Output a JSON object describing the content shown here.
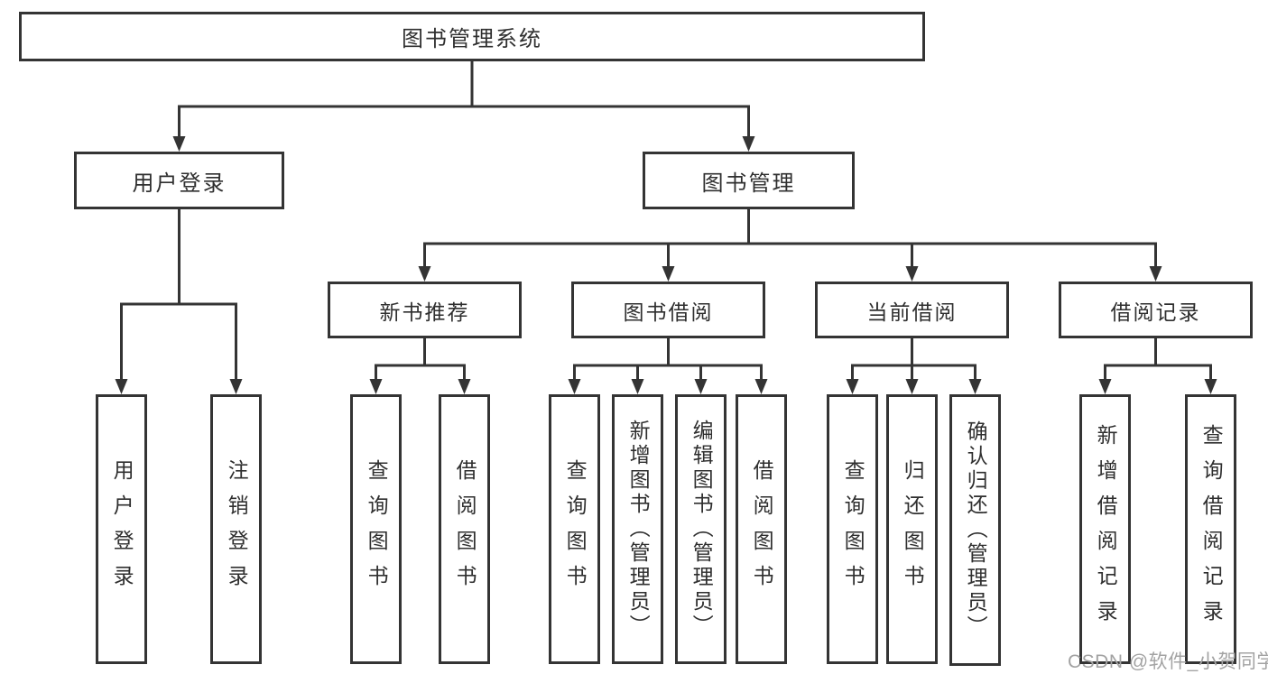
{
  "diagram": {
    "type": "hierarchy-tree",
    "root": "图书管理系统",
    "branches": [
      {
        "label": "用户登录",
        "leaves": [
          "用户登录",
          "注销登录"
        ]
      },
      {
        "label": "图书管理",
        "children": [
          {
            "label": "新书推荐",
            "leaves": [
              "查询图书",
              "借阅图书"
            ]
          },
          {
            "label": "图书借阅",
            "leaves": [
              "查询图书",
              "新增图书（管理员）",
              "编辑图书（管理员）",
              "借阅图书"
            ]
          },
          {
            "label": "当前借阅",
            "leaves": [
              "查询图书",
              "归还图书",
              "确认归还（管理员）"
            ]
          },
          {
            "label": "借阅记录",
            "leaves": [
              "新增借阅记录",
              "查询借阅记录"
            ]
          }
        ]
      }
    ]
  },
  "colors": {
    "line": "#343434",
    "box_border": "#343434",
    "text": "#2f2f2f",
    "watermark": "#a3a3a3",
    "background": "#ffffff"
  },
  "watermark": "CSDN @软件_小贺同学"
}
